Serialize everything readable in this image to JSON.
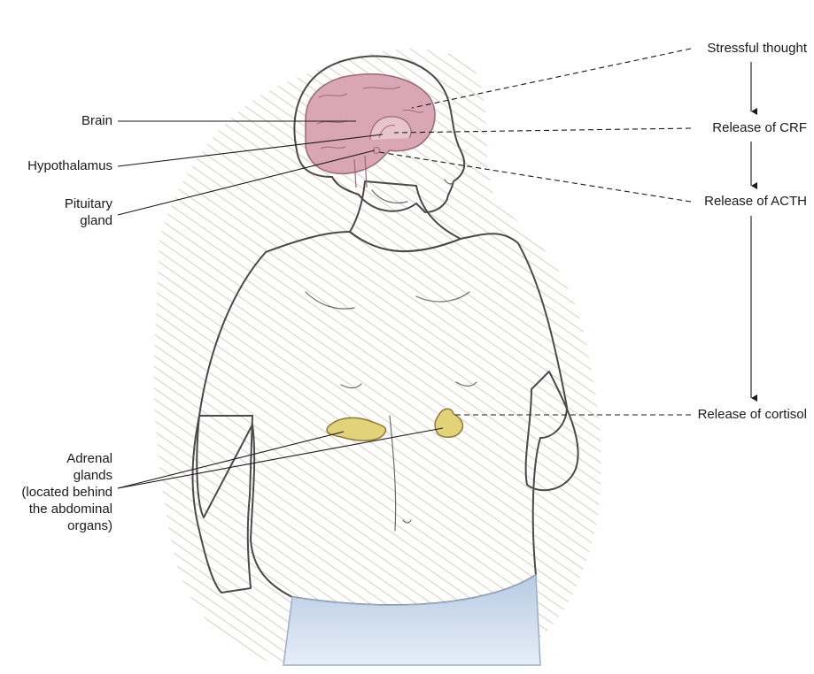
{
  "figure": {
    "labels": {
      "brain": "Brain",
      "hypothalamus": "Hypothalamus",
      "pituitary_line1": "Pituitary",
      "pituitary_line2": "gland",
      "adrenal_line1": "Adrenal",
      "adrenal_line2": "glands",
      "adrenal_line3": "(located behind",
      "adrenal_line4": "the abdominal",
      "adrenal_line5": "organs)"
    },
    "flow_steps": [
      "Stressful thought",
      "Release of CRF",
      "Release of ACTH",
      "Release of cortisol"
    ],
    "colors": {
      "brain": "#d9a6b6",
      "shirt": "#d6e6d2",
      "pants": "#c7d7ea",
      "adrenal": "#e2d27a",
      "background_hatch": "#b89a7a"
    }
  }
}
